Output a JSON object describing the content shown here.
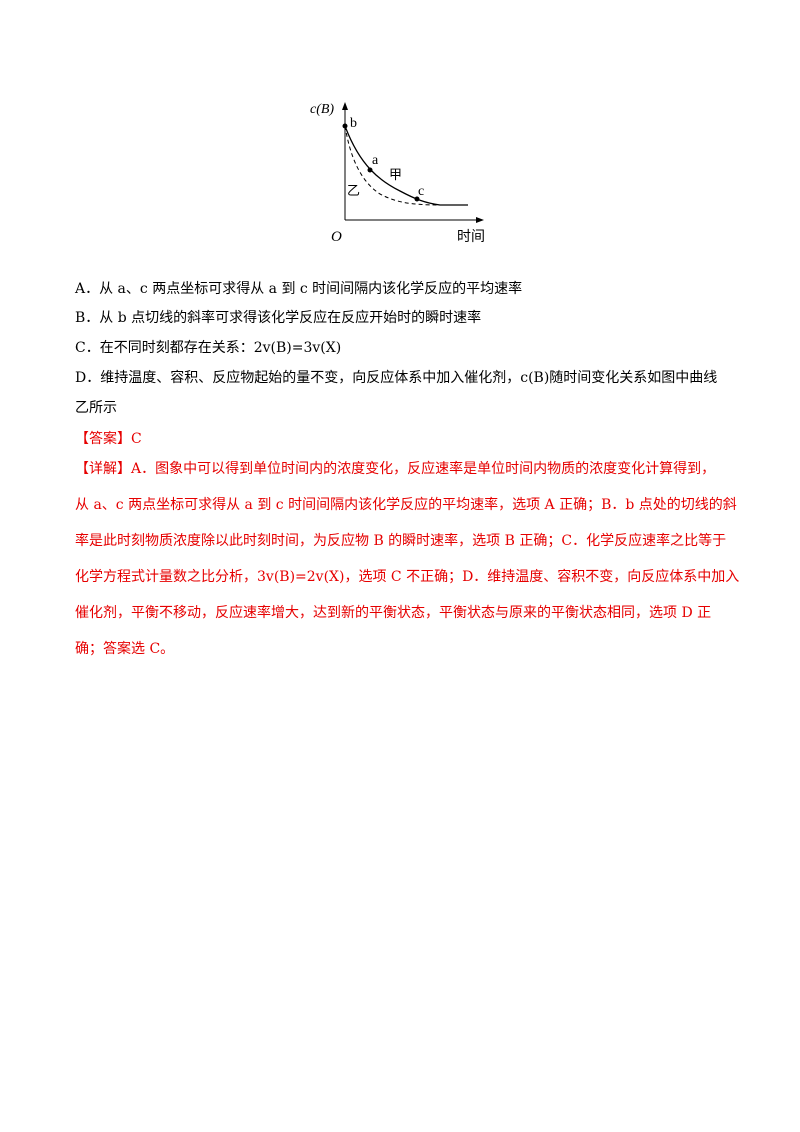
{
  "figure": {
    "y_label": "c(B)",
    "x_label": "时间",
    "origin": "O",
    "point_b": "b",
    "point_a": "a",
    "point_c": "c",
    "curve_jia": "甲",
    "curve_yi": "乙"
  },
  "options": [
    "A．从 a、c 两点坐标可求得从 a 到 c 时间间隔内该化学反应的平均速率",
    "B．从 b 点切线的斜率可求得该化学反应在反应开始时的瞬时速率",
    "C．在不同时刻都存在关系：2v(B)=3v(X)",
    "D．维持温度、容积、反应物起始的量不变，向反应体系中加入催化剂，c(B)随时间变化关系如图中曲线",
    "乙所示"
  ],
  "answer": {
    "label": "【答案】",
    "value": "C"
  },
  "explanation": {
    "label": "【详解】",
    "lines": [
      "A．图象中可以得到单位时间内的浓度变化，反应速率是单位时间内物质的浓度变化计算得到，",
      "从 a、c 两点坐标可求得从 a 到 c 时间间隔内该化学反应的平均速率，选项 A 正确；B．b 点处的切线的斜",
      "率是此时刻物质浓度除以此时刻时间，为反应物 B 的瞬时速率，选项 B 正确；C．化学反应速率之比等于",
      "化学方程式计量数之比分析，3v(B)=2v(X)，选项 C 不正确；D．维持温度、容积不变，向反应体系中加入",
      "催化剂，平衡不移动，反应速率增大，达到新的平衡状态，平衡状态与原来的平衡状态相同，选项 D 正",
      "确；答案选 C。"
    ]
  }
}
